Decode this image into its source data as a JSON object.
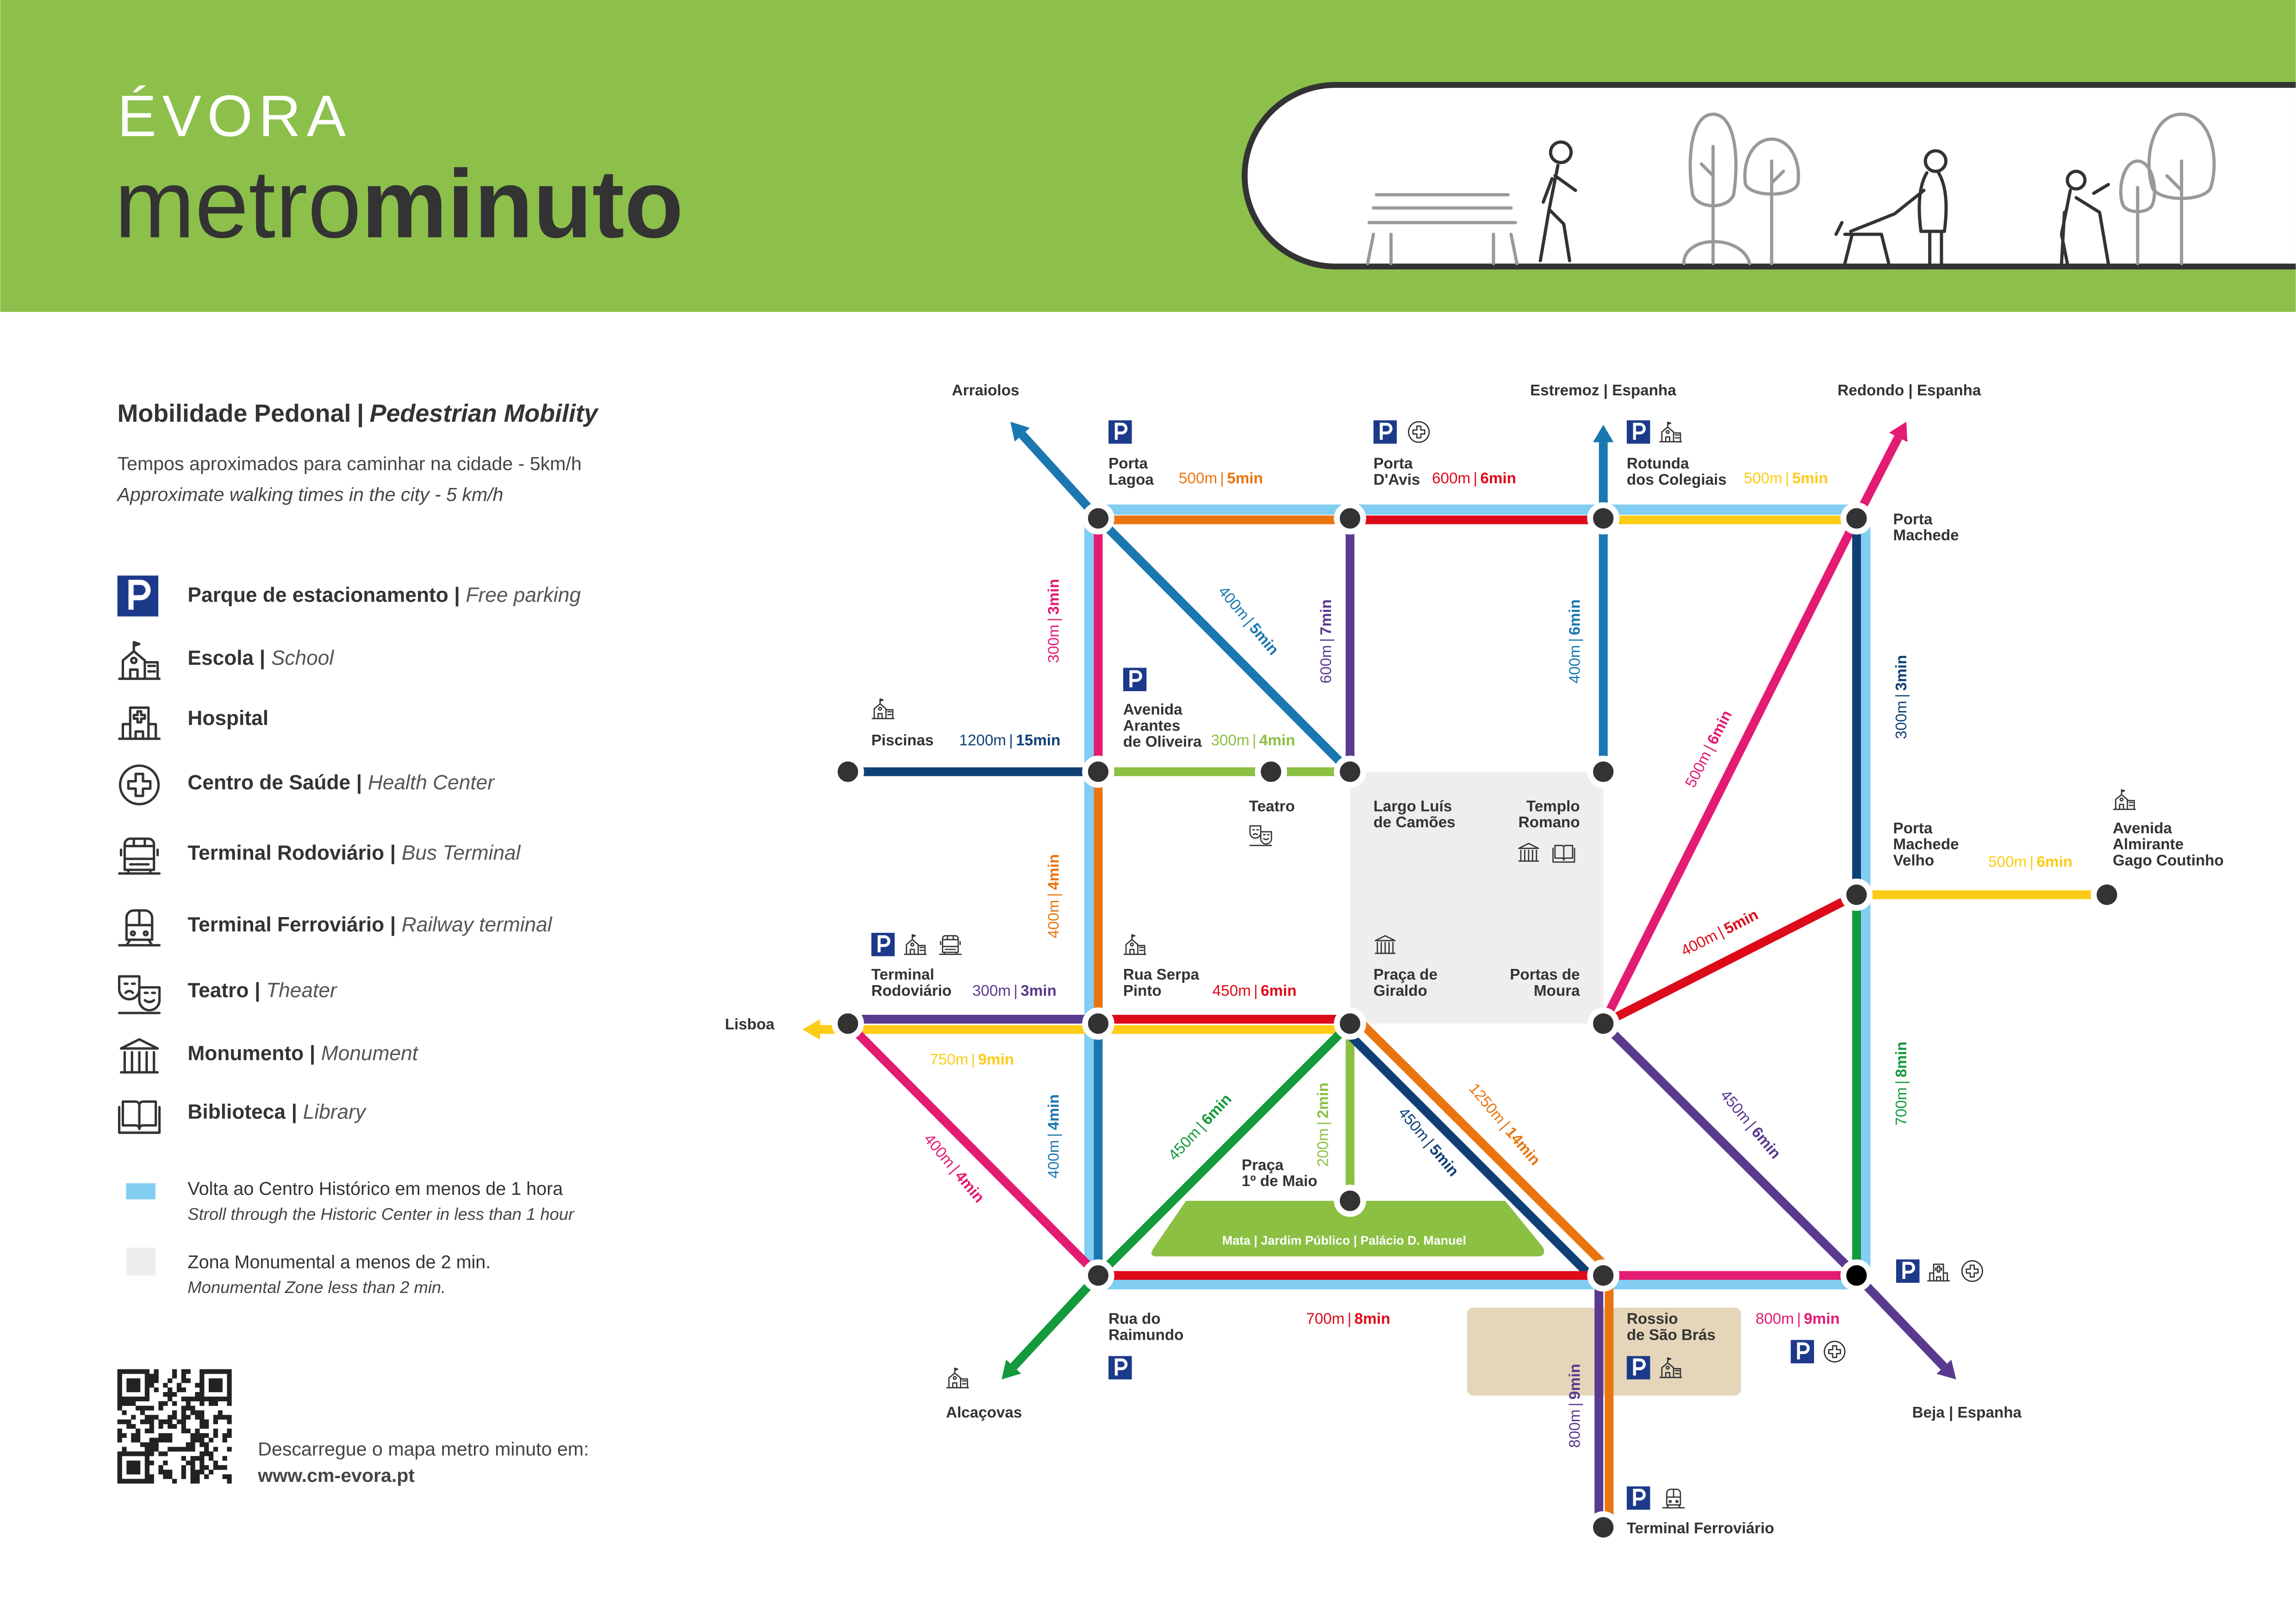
{
  "header": {
    "logo": "ÉVORA",
    "title_light": "metro",
    "title_bold": "minuto"
  },
  "colors": {
    "header_green": "#8cc04b",
    "lightblue": "#82cdf2",
    "orange": "#ea7510",
    "red": "#dd0a1a",
    "yellow": "#fdcc17",
    "blue": "#1a77b0",
    "navy": "#0f4075",
    "pink": "#e31b72",
    "purple": "#5a3a8e",
    "green": "#139a3c",
    "lightgreen": "#8bc043",
    "zone_gray": "#eeeeec",
    "zone_beige": "#e5d6ba",
    "parking_blue": "#1d3a8a",
    "node": "#333333"
  },
  "separator": "|",
  "legend": {
    "title_pt": "Mobilidade Pedonal",
    "title_en": "Pedestrian Mobility",
    "subtitle_pt": "Tempos aproximados para caminhar na cidade - 5km/h",
    "subtitle_en": "Approximate walking times in the city - 5 km/h",
    "items": [
      {
        "icon": "parking",
        "pt": "Parque de estacionamento",
        "en": "Free parking"
      },
      {
        "icon": "school",
        "pt": "Escola",
        "en": "School"
      },
      {
        "icon": "hospital",
        "pt": "Hospital"
      },
      {
        "icon": "health-center",
        "pt": "Centro de Saúde",
        "en": "Health Center"
      },
      {
        "icon": "bus",
        "pt": "Terminal Rodoviário",
        "en": "Bus Terminal"
      },
      {
        "icon": "train",
        "pt": "Terminal Ferroviário",
        "en": "Railway terminal"
      },
      {
        "icon": "theater",
        "pt": "Teatro",
        "en": "Theater"
      },
      {
        "icon": "monument",
        "pt": "Monumento",
        "en": "Monument"
      },
      {
        "icon": "library",
        "pt": "Biblioteca",
        "en": "Library"
      }
    ],
    "zones": [
      {
        "pt": "Volta ao Centro Histórico em menos de 1 hora",
        "en": "Stroll through the Historic Center in less than 1 hour"
      },
      {
        "pt": "Zona Monumental a menos de 2 min.",
        "en": "Monumental Zone less than 2 min."
      }
    ],
    "download_text": "Descarregue o mapa metro minuto em:",
    "download_url": "www.cm-evora.pt"
  },
  "destinations": {
    "arraiolos": "Arraiolos",
    "estremoz": "Estremoz | Espanha",
    "redondo": "Redondo | Espanha",
    "lisboa": "Lisboa",
    "alcacovas": "Alcaçovas",
    "beja": "Beja | Espanha"
  },
  "park_label": "Mata | Jardim Público | Palácio D. Manuel",
  "stations": {
    "porta_lagoa": {
      "lines": [
        "Porta",
        "Lagoa"
      ]
    },
    "porta_davis": {
      "lines": [
        "Porta",
        "D'Avis"
      ]
    },
    "rotunda_colegiais": {
      "lines": [
        "Rotunda",
        "dos Colegiais"
      ]
    },
    "porta_machede": {
      "lines": [
        "Porta",
        "Machede"
      ]
    },
    "piscinas": {
      "lines": [
        "Piscinas"
      ]
    },
    "avenida_arantes": {
      "lines": [
        "Avenida",
        "Arantes",
        "de Oliveira"
      ]
    },
    "teatro": {
      "lines": [
        "Teatro"
      ]
    },
    "largo_camoes": {
      "lines": [
        "Largo Luís",
        "de Camões"
      ]
    },
    "templo_romano": {
      "lines": [
        "Templo",
        "Romano"
      ]
    },
    "terminal_rodoviario": {
      "lines": [
        "Terminal",
        "Rodoviário"
      ]
    },
    "rua_serpa_pinto": {
      "lines": [
        "Rua Serpa",
        "Pinto"
      ]
    },
    "praca_giraldo": {
      "lines": [
        "Praça de",
        "Giraldo"
      ]
    },
    "portas_moura": {
      "lines": [
        "Portas de",
        "Moura"
      ]
    },
    "porta_machede_velho": {
      "lines": [
        "Porta",
        "Machede",
        "Velho"
      ]
    },
    "gago_coutinho": {
      "lines": [
        "Avenida",
        "Almirante",
        "Gago Coutinho"
      ]
    },
    "praca_1_maio": {
      "lines": [
        "Praça",
        "1º de Maio"
      ]
    },
    "rua_raimundo": {
      "lines": [
        "Rua do",
        "Raimundo"
      ]
    },
    "rossio_sao_bras": {
      "lines": [
        "Rossio",
        "de São Brás"
      ]
    },
    "terminal_ferroviario": {
      "lines": [
        "Terminal Ferroviário"
      ]
    }
  },
  "segments": {
    "a_b": {
      "distance": "500m",
      "time": "5min"
    },
    "b_c": {
      "distance": "600m",
      "time": "6min"
    },
    "c_d": {
      "distance": "500m",
      "time": "5min"
    },
    "a_f": {
      "distance": "300m",
      "time": "3min"
    },
    "a_h": {
      "distance": "400m",
      "time": "5min"
    },
    "b_h": {
      "distance": "600m",
      "time": "7min"
    },
    "c_i": {
      "distance": "400m",
      "time": "6min"
    },
    "d_m": {
      "distance": "500m",
      "time": "6min"
    },
    "d_n": {
      "distance": "300m",
      "time": "3min"
    },
    "e_f": {
      "distance": "1200m",
      "time": "15min"
    },
    "f_h": {
      "distance": "300m",
      "time": "4min"
    },
    "f_k": {
      "distance": "400m",
      "time": "4min"
    },
    "j_k": {
      "distance": "300m",
      "time": "3min"
    },
    "j_k_yellow": {
      "distance": "750m",
      "time": "9min"
    },
    "k_l": {
      "distance": "450m",
      "time": "6min"
    },
    "j_q": {
      "distance": "400m",
      "time": "4min"
    },
    "k_q": {
      "distance": "400m",
      "time": "4min"
    },
    "l_q": {
      "distance": "450m",
      "time": "6min"
    },
    "l_p": {
      "distance": "200m",
      "time": "2min"
    },
    "l_r_navy": {
      "distance": "450m",
      "time": "5min"
    },
    "l_r_orange": {
      "distance": "1250m",
      "time": "14min"
    },
    "q_r": {
      "distance": "700m",
      "time": "8min"
    },
    "m_n": {
      "distance": "400m",
      "time": "5min"
    },
    "m_s": {
      "distance": "450m",
      "time": "6min"
    },
    "n_o": {
      "distance": "500m",
      "time": "6min"
    },
    "n_s": {
      "distance": "700m",
      "time": "8min"
    },
    "r_s": {
      "distance": "800m",
      "time": "9min"
    },
    "r_t": {
      "distance": "800m",
      "time": "9min"
    }
  }
}
